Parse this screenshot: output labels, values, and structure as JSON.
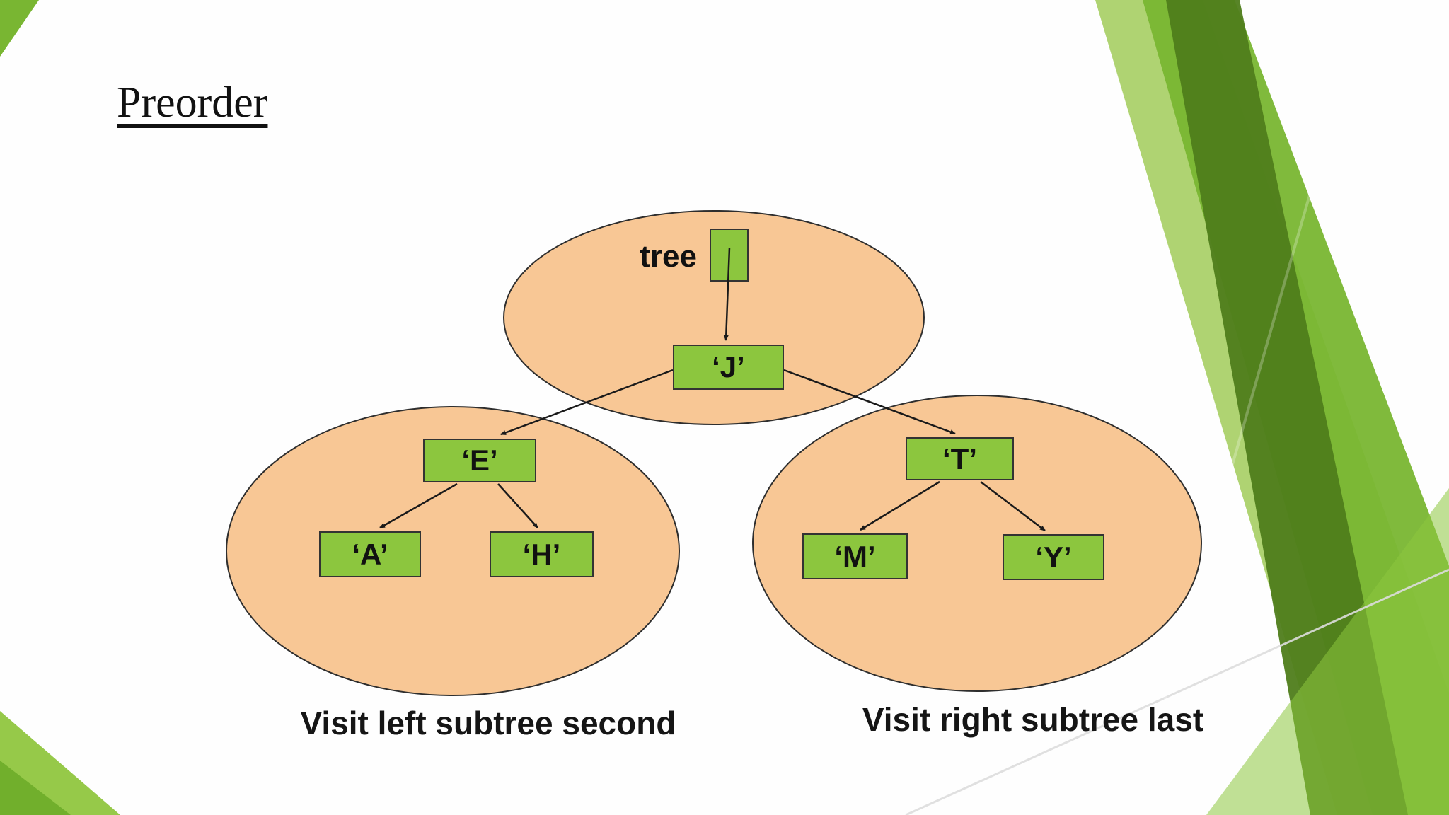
{
  "slide": {
    "title": "Preorder",
    "tree_label": "tree",
    "nodes": {
      "root": "‘J’",
      "left": "‘E’",
      "left_left": "‘A’",
      "left_right": "‘H’",
      "right": "‘T’",
      "right_left": "‘M’",
      "right_right": "‘Y’"
    },
    "captions": {
      "left": "Visit left subtree second",
      "right": "Visit right subtree last"
    },
    "colors": {
      "ellipse_fill": "#F8C795",
      "ellipse_stroke": "#2E2E2E",
      "node_fill": "#8CC63E",
      "node_stroke": "#333333",
      "arrow": "#1A1A1A",
      "decor_dark_green": "#4F7D1B",
      "decor_mid_green": "#79B632",
      "decor_light_green": "#A6CE63"
    }
  }
}
